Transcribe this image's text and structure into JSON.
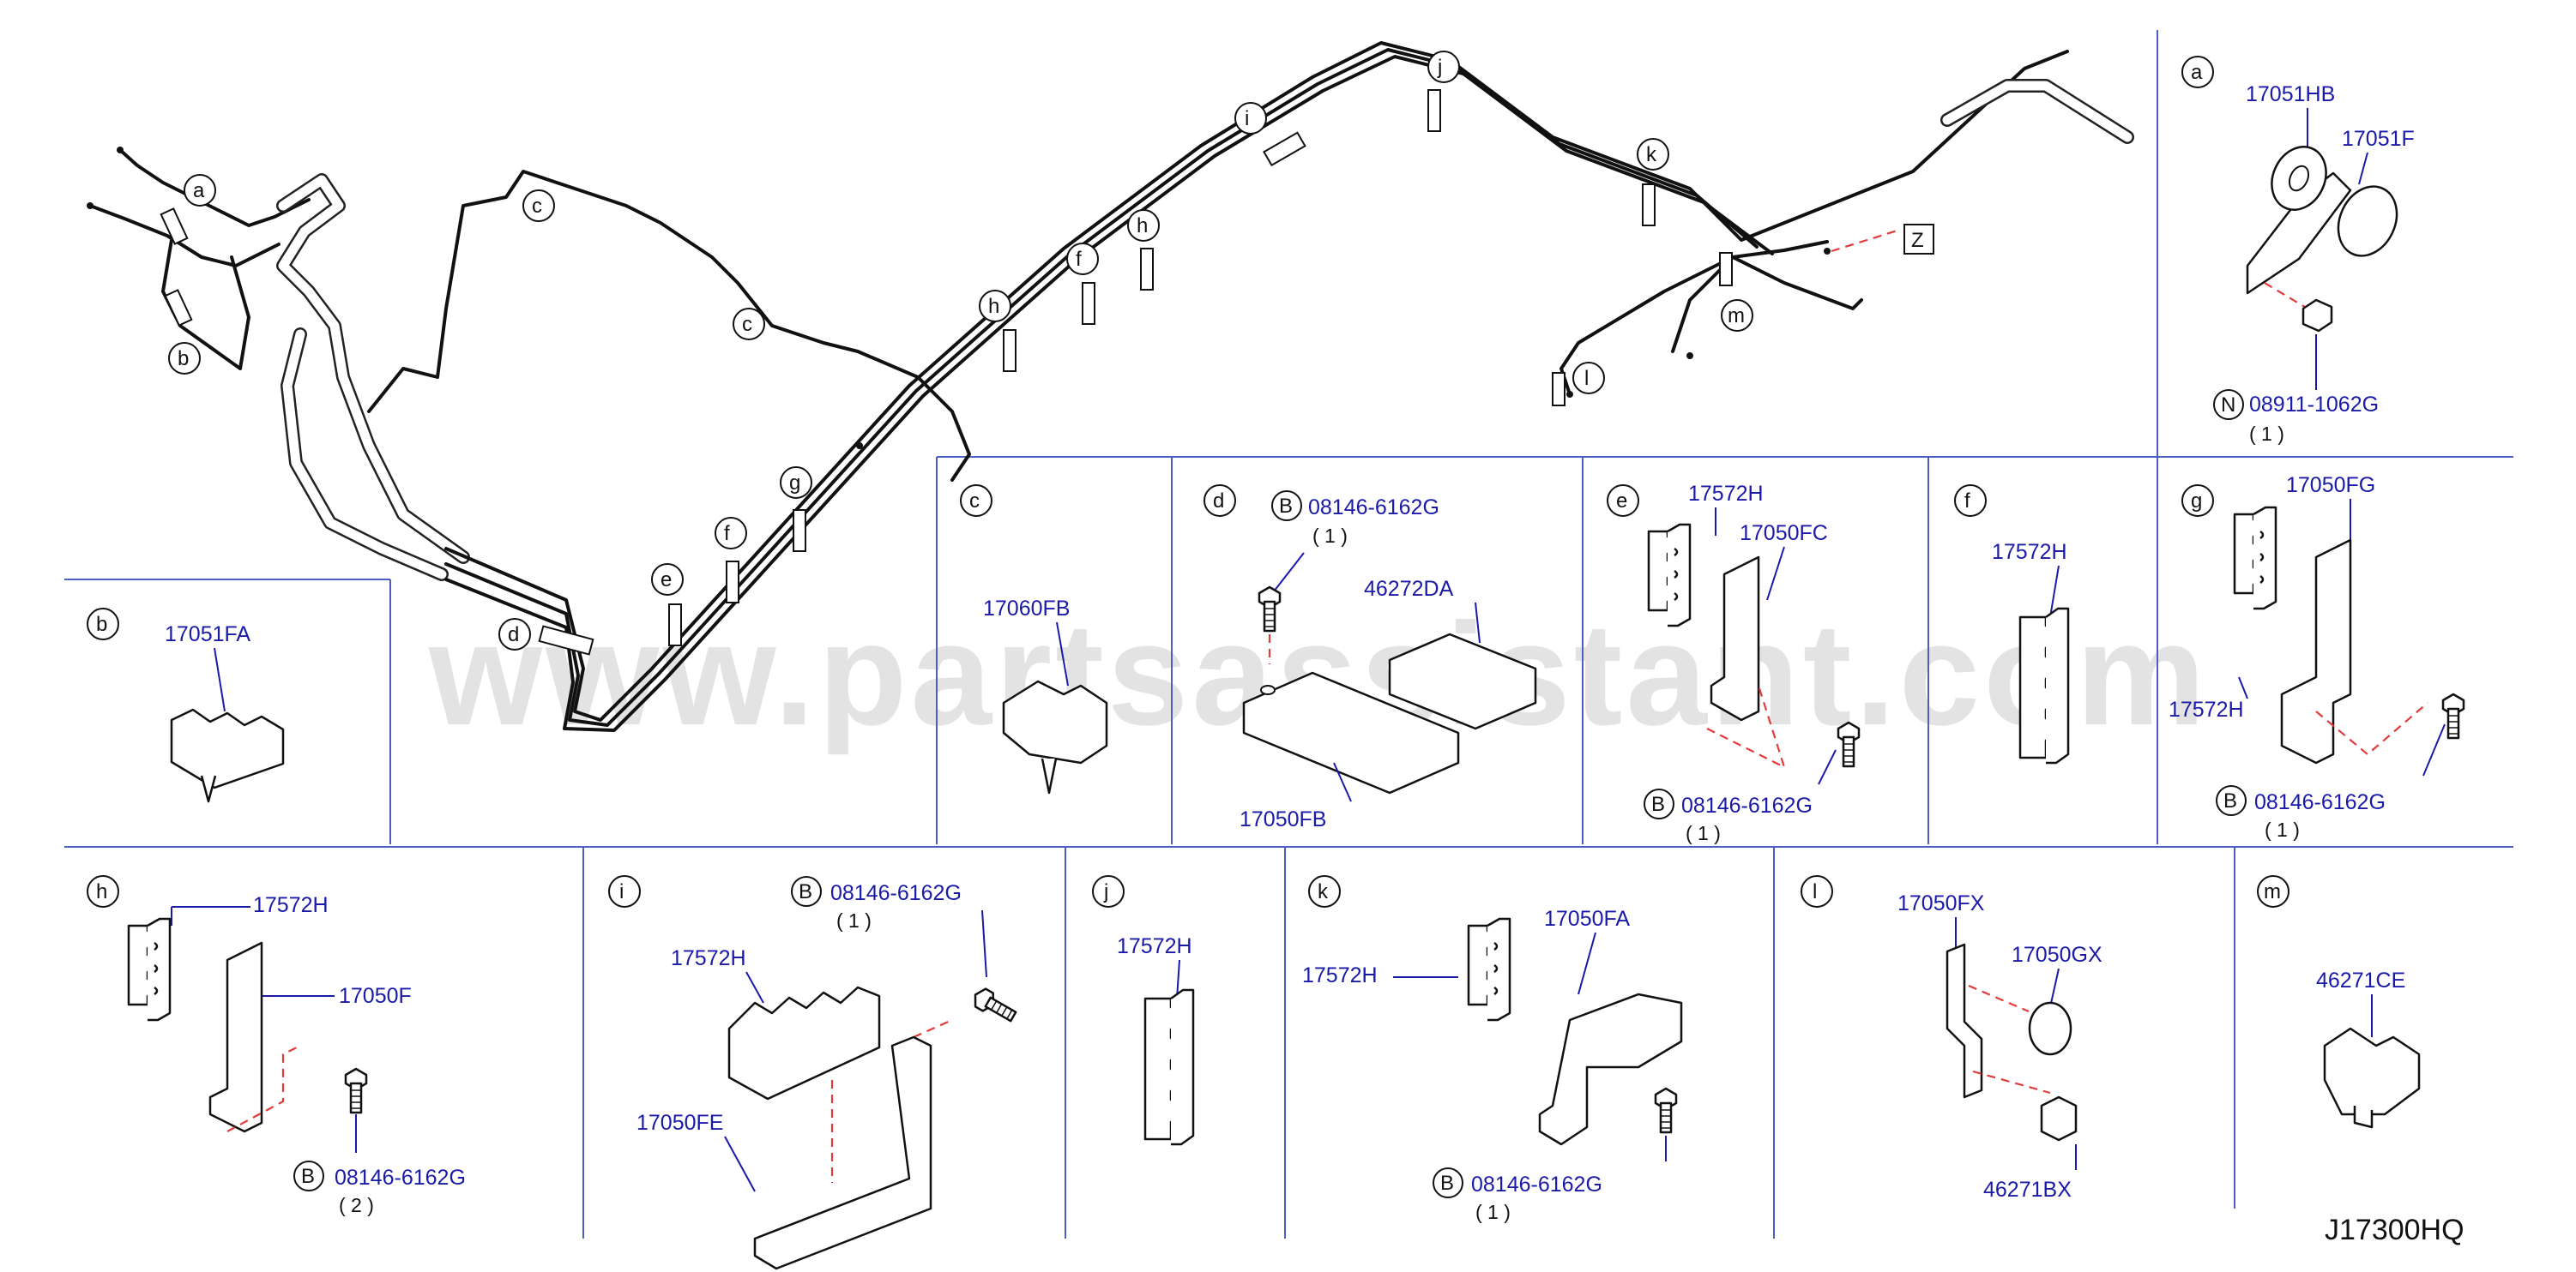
{
  "watermark": "www.partsassistant.com",
  "diagram_code": "J17300HQ",
  "main": {
    "callouts": [
      "a",
      "b",
      "c",
      "c",
      "d",
      "e",
      "f",
      "g",
      "h",
      "f",
      "h",
      "i",
      "j",
      "k",
      "m",
      "l"
    ],
    "z_label": "Z"
  },
  "panels": {
    "a": {
      "letter": "a",
      "parts": [
        "17051HB",
        "17051F",
        "08911-1062G"
      ],
      "prefix": "N",
      "qty": "( 1 )"
    },
    "b": {
      "letter": "b",
      "parts": [
        "17051FA"
      ]
    },
    "c": {
      "letter": "c",
      "parts": [
        "17060FB"
      ]
    },
    "d": {
      "letter": "d",
      "parts": [
        "08146-6162G",
        "46272DA",
        "17050FB"
      ],
      "prefix": "B",
      "qty": "( 1 )"
    },
    "e": {
      "letter": "e",
      "parts": [
        "17572H",
        "17050FC",
        "08146-6162G"
      ],
      "prefix": "B",
      "qty": "( 1 )"
    },
    "f": {
      "letter": "f",
      "parts": [
        "17572H"
      ]
    },
    "g": {
      "letter": "g",
      "parts": [
        "17050FG",
        "17572H",
        "08146-6162G"
      ],
      "prefix": "B",
      "qty": "( 1 )"
    },
    "h": {
      "letter": "h",
      "parts": [
        "17572H",
        "17050F",
        "08146-6162G"
      ],
      "prefix": "B",
      "qty": "( 2 )"
    },
    "i": {
      "letter": "i",
      "parts": [
        "08146-6162G",
        "17572H",
        "17050FE"
      ],
      "prefix": "B",
      "qty": "( 1 )"
    },
    "j": {
      "letter": "j",
      "parts": [
        "17572H"
      ]
    },
    "k": {
      "letter": "k",
      "parts": [
        "17050FA",
        "17572H",
        "08146-6162G"
      ],
      "prefix": "B",
      "qty": "( 1 )"
    },
    "l": {
      "letter": "l",
      "parts": [
        "17050FX",
        "17050GX",
        "46271BX"
      ]
    },
    "m": {
      "letter": "m",
      "parts": [
        "46271CE"
      ]
    }
  },
  "colors": {
    "part_label": "#1a1aa8",
    "divider": "#4a5fc1",
    "dashed_leader": "#e23b3b",
    "watermark": "#9a9a9a"
  }
}
